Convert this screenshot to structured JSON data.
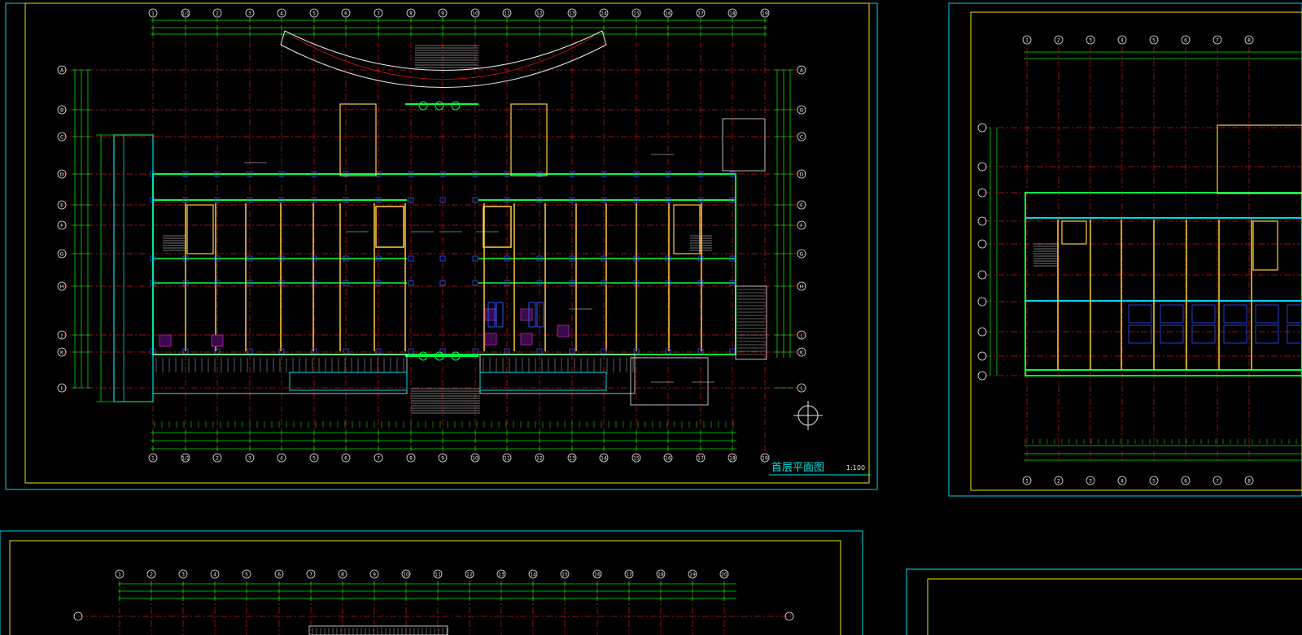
{
  "app": {
    "kind": "CAD drawing viewport",
    "background": "#000000"
  },
  "colors": {
    "frame_cyan": "#00d8e8",
    "frame_yellow": "#e8e800",
    "dim_green": "#00e000",
    "wall_green": "#00ff40",
    "axis_red": "#d01010",
    "room_yellow": "#ffcc40",
    "text_white": "#e8e8e8",
    "column_blue": "#3050ff",
    "fixture_magenta": "#c020c0"
  },
  "sheets": {
    "main": {
      "title": "首层平面图",
      "scale": "1:100",
      "grid_axes_top": [
        "1",
        "1/1",
        "2",
        "3",
        "4",
        "5",
        "6",
        "7",
        "8",
        "9",
        "10",
        "11",
        "12",
        "13",
        "14",
        "15",
        "16",
        "17",
        "18",
        "19"
      ],
      "grid_axes_left": [
        "A",
        "B",
        "C",
        "D",
        "E",
        "F",
        "G",
        "H",
        "J",
        "K",
        "L"
      ]
    },
    "right": {
      "grid_axes_top": [
        "1",
        "2",
        "3",
        "4",
        "5",
        "6",
        "7",
        "8"
      ]
    },
    "bottom_left": {
      "grid_axes_top": [
        "1",
        "2",
        "3",
        "4",
        "5",
        "6",
        "7",
        "8",
        "9",
        "10",
        "11",
        "12",
        "13",
        "14",
        "15",
        "16",
        "17",
        "18",
        "19",
        "20"
      ]
    }
  }
}
